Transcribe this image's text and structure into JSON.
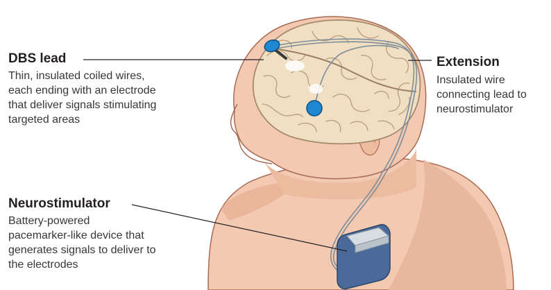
{
  "dbs_lead": {
    "title": "DBS lead",
    "desc_lines": [
      "Thin, insulated coiled wires,",
      "each ending with an electrode",
      "that deliver signals stimulating",
      "targeted areas"
    ]
  },
  "extension": {
    "title": "Extension",
    "desc_lines": [
      "Insulated wire",
      "connecting lead to",
      "neurostimulator"
    ]
  },
  "neurostimulator": {
    "title": "Neurostimulator",
    "desc_lines": [
      "Battery-powered",
      "pacemarker-like device that",
      "generates signals to deliver to",
      "the electrodes"
    ]
  },
  "colors": {
    "skin": "#f3c9b1",
    "skin_shadow": "#e2a98c",
    "skin_outline": "#a86a52",
    "brain": "#f1dfc4",
    "brain_outline": "#a48b6c",
    "electrode": "#1e88d2",
    "device": "#4a6a99",
    "wire": "#8a9aa8"
  }
}
